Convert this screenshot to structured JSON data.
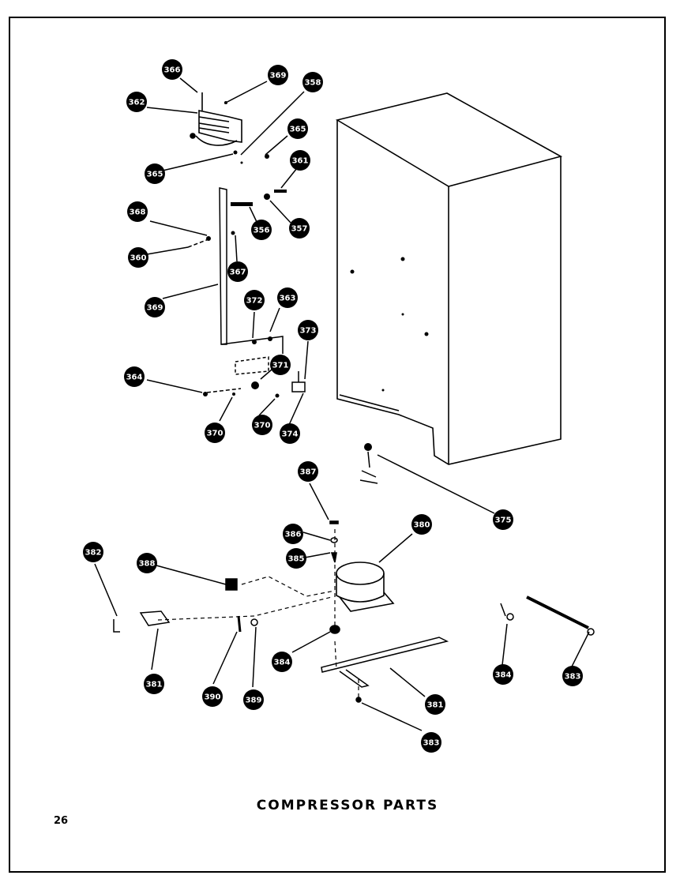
{
  "caption": "COMPRESSOR PARTS",
  "page_number": "26",
  "callouts": [
    {
      "id": "c1",
      "label": "366",
      "name": "callout-366-top"
    },
    {
      "id": "c2",
      "label": "369",
      "name": "callout-369-top"
    },
    {
      "id": "c3",
      "label": "358",
      "name": "callout-358"
    },
    {
      "id": "c4",
      "label": "362",
      "name": "callout-362-top"
    },
    {
      "id": "c5",
      "label": "365",
      "name": "callout-365-right"
    },
    {
      "id": "c6",
      "label": "361",
      "name": "callout-361-top"
    },
    {
      "id": "c7",
      "label": "365",
      "name": "callout-365-left"
    },
    {
      "id": "c8",
      "label": "368",
      "name": "callout-368-upper"
    },
    {
      "id": "c9",
      "label": "356",
      "name": "callout-356"
    },
    {
      "id": "c10",
      "label": "357",
      "name": "callout-357"
    },
    {
      "id": "c11",
      "label": "360",
      "name": "callout-360"
    },
    {
      "id": "c12",
      "label": "367",
      "name": "callout-367-mid"
    },
    {
      "id": "c13",
      "label": "369",
      "name": "callout-369-bracket"
    },
    {
      "id": "c14",
      "label": "372",
      "name": "callout-372"
    },
    {
      "id": "c15",
      "label": "363",
      "name": "callout-363"
    },
    {
      "id": "c16",
      "label": "373",
      "name": "callout-373"
    },
    {
      "id": "c17",
      "label": "371",
      "name": "callout-371"
    },
    {
      "id": "c18",
      "label": "364",
      "name": "callout-364-left"
    },
    {
      "id": "c19",
      "label": "370",
      "name": "callout-370-left"
    },
    {
      "id": "c20",
      "label": "370",
      "name": "callout-370-right"
    },
    {
      "id": "c21",
      "label": "374",
      "name": "callout-374"
    },
    {
      "id": "c22",
      "label": "387",
      "name": "callout-387"
    },
    {
      "id": "c23",
      "label": "375",
      "name": "callout-375"
    },
    {
      "id": "c24",
      "label": "386",
      "name": "callout-386"
    },
    {
      "id": "c25",
      "label": "380",
      "name": "callout-380"
    },
    {
      "id": "c26",
      "label": "385",
      "name": "callout-385"
    },
    {
      "id": "c27",
      "label": "382",
      "name": "callout-382"
    },
    {
      "id": "c28",
      "label": "388",
      "name": "callout-388"
    },
    {
      "id": "c29",
      "label": "384",
      "name": "callout-384-center"
    },
    {
      "id": "c30",
      "label": "384",
      "name": "callout-384-right"
    },
    {
      "id": "c31",
      "label": "383",
      "name": "callout-383-right"
    },
    {
      "id": "c32",
      "label": "381",
      "name": "callout-381-left"
    },
    {
      "id": "c33",
      "label": "390",
      "name": "callout-390"
    },
    {
      "id": "c34",
      "label": "389",
      "name": "callout-389"
    },
    {
      "id": "c35",
      "label": "381",
      "name": "callout-381-bottom"
    },
    {
      "id": "c36",
      "label": "383",
      "name": "callout-383-bottom"
    }
  ]
}
